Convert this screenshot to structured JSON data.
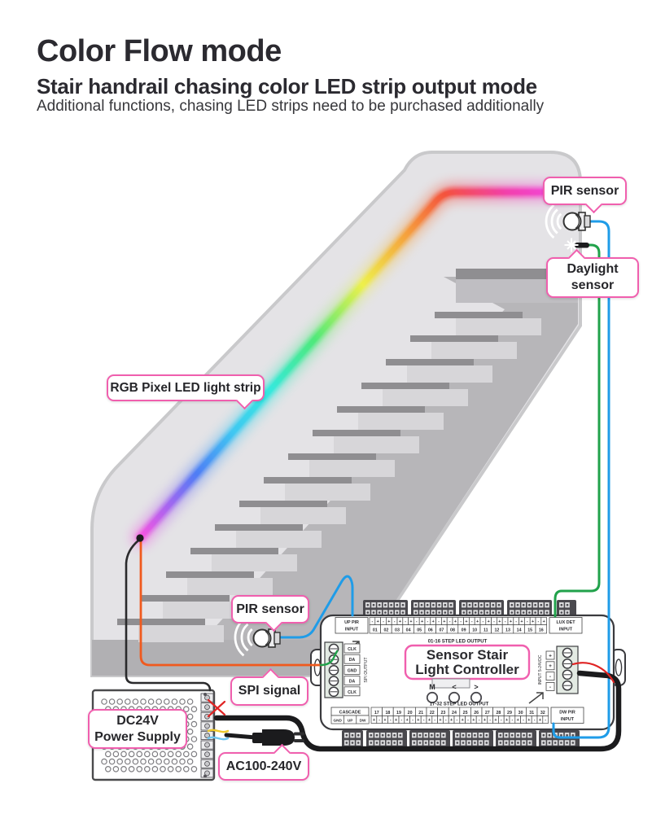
{
  "header": {
    "title": "Color Flow mode",
    "subtitle": "Stair handrail chasing color LED strip output mode",
    "note": "Additional functions, chasing LED strips need to be purchased additionally"
  },
  "labels": {
    "pir_top": "PIR sensor",
    "daylight_lines": [
      "Daylight",
      "sensor"
    ],
    "rgb_strip": "RGB Pixel LED light strip",
    "pir_bottom": "PIR sensor",
    "spi_signal": "SPI signal",
    "psu_lines": [
      "DC24V",
      "Power Supply"
    ],
    "ac_input": "AC100-240V"
  },
  "controller": {
    "name_lines": [
      "Sensor Stair",
      "Light Controller"
    ],
    "up_pir_lines": [
      "UP PIR",
      "INPUT"
    ],
    "lux_lines": [
      "LUX DET",
      "INPUT"
    ],
    "dw_pir_lines": [
      "DW PIR",
      "INPUT"
    ],
    "cascade": "CASCADE",
    "cascade_pins": [
      "GND",
      "UP",
      "DW"
    ],
    "top_output_label": "01-16 STEP LED OUTPUT",
    "bottom_output_label": "17-32 STEP LED OUTPUT",
    "top_channels": [
      "01",
      "02",
      "03",
      "04",
      "05",
      "06",
      "07",
      "08",
      "09",
      "10",
      "11",
      "12",
      "13",
      "14",
      "15",
      "16"
    ],
    "bottom_channels": [
      "17",
      "18",
      "19",
      "20",
      "21",
      "22",
      "23",
      "24",
      "25",
      "26",
      "27",
      "28",
      "29",
      "30",
      "31",
      "32"
    ],
    "top_polarity": [
      "-",
      "+"
    ],
    "bottom_polarity": [
      "+",
      "-"
    ],
    "spi_pins": [
      "CLK",
      "DA",
      "GND",
      "DA",
      "CLK"
    ],
    "spi_port_label": "SPI OUTPUT",
    "power_port_label": "INPUT 5-24VDC",
    "power_polarity": [
      "+",
      "+",
      "-",
      "-"
    ],
    "buttons": [
      "M",
      "<",
      ">"
    ]
  },
  "colors": {
    "accent_pink": "#f05fae",
    "wire_blue": "#1f9ce8",
    "wire_green": "#21a24b",
    "wire_orange": "#f05a1e",
    "wire_red": "#e02424",
    "wire_yellow": "#edc92c",
    "wire_lightblue": "#6ec6f0",
    "led_gradient": [
      "#f655e0",
      "#a964f0",
      "#4f7df5",
      "#3fc8f2",
      "#35e9dd",
      "#4fe97a",
      "#eef04c",
      "#f5a03c",
      "#f4523e",
      "#f23fae",
      "#f348da"
    ]
  }
}
